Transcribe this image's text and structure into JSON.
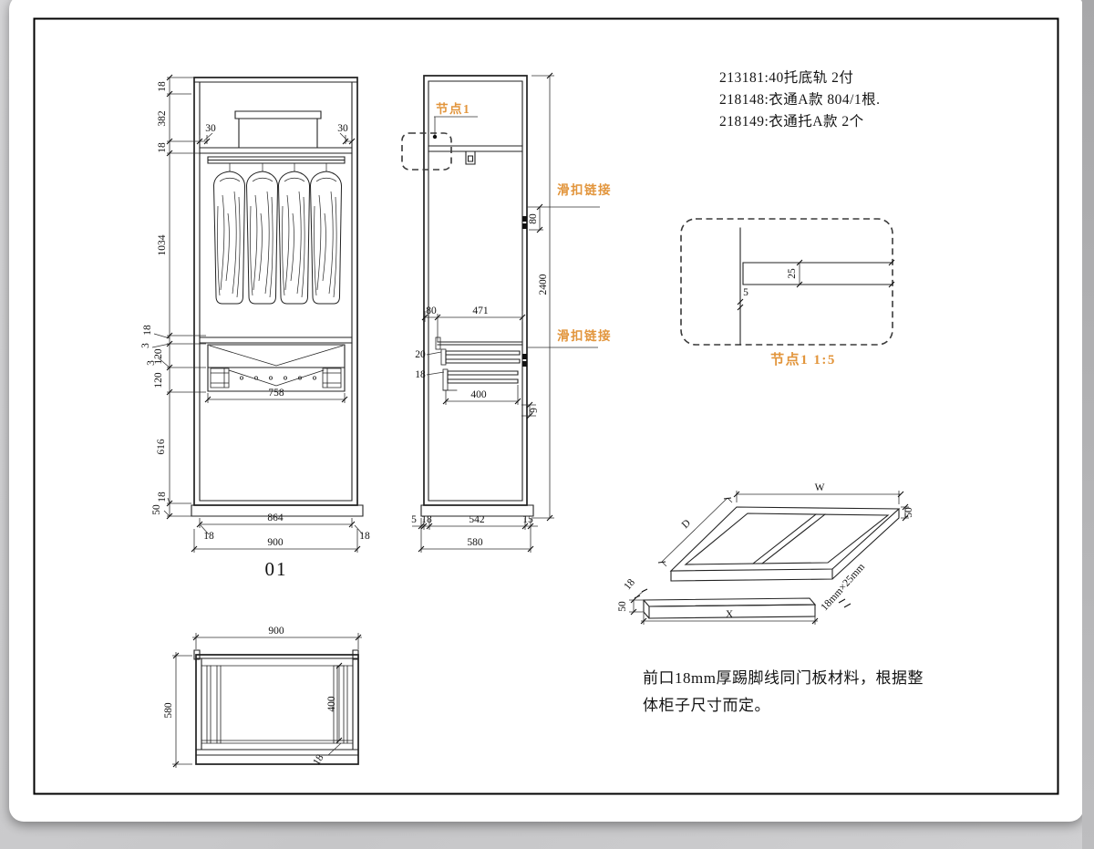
{
  "colors": {
    "accent_orange": "#E2953C",
    "line": "#222222",
    "sheet": "#ffffff",
    "backdrop": "#c6c6c8"
  },
  "parts_list": {
    "line1": "213181:40托底轨 2付",
    "line2": "218148:衣通A款 804/1根.",
    "line3": "218149:衣通托A款 2个"
  },
  "footer_note": {
    "line1": "前口18mm厚踢脚线同门板材料，根据整",
    "line2": "体柜子尺寸而定。"
  },
  "front_elevation": {
    "label": "01",
    "dims": {
      "t18a": "18",
      "t382": "382",
      "t18b": "18",
      "t1034": "1034",
      "d18": "18",
      "g3a": "3",
      "d120a": "120",
      "g3b": "3",
      "d120b": "120",
      "b616": "616",
      "b18": "18",
      "b50": "50",
      "off30l": "30",
      "off30r": "30",
      "w758": "758",
      "w864": "864",
      "s18l": "18",
      "s18r": "18",
      "w900": "900"
    }
  },
  "side_section": {
    "node_label": "节点1",
    "slide_link_top": "滑扣链接",
    "slide_link_bottom": "滑扣链接",
    "dims": {
      "c80": "80",
      "h2400": "2400",
      "f80": "80",
      "d471": "471",
      "r20": "20",
      "r18": "18",
      "l400": "400",
      "g9": "9",
      "b5": "5",
      "b18": "18",
      "b542": "542",
      "b15": "15",
      "b580": "580"
    }
  },
  "detail_view": {
    "caption": "节点1 1:5",
    "dims": {
      "t25": "25",
      "o5": "5"
    }
  },
  "isometric_view": {
    "dims": {
      "W": "W",
      "D": "D",
      "h50": "50",
      "profile": "18mm×25mm",
      "bar18": "18",
      "bar50": "50",
      "X": "X"
    }
  },
  "plan_view": {
    "dims": {
      "w900": "900",
      "d580": "580",
      "l400": "400",
      "p18": "18"
    }
  }
}
